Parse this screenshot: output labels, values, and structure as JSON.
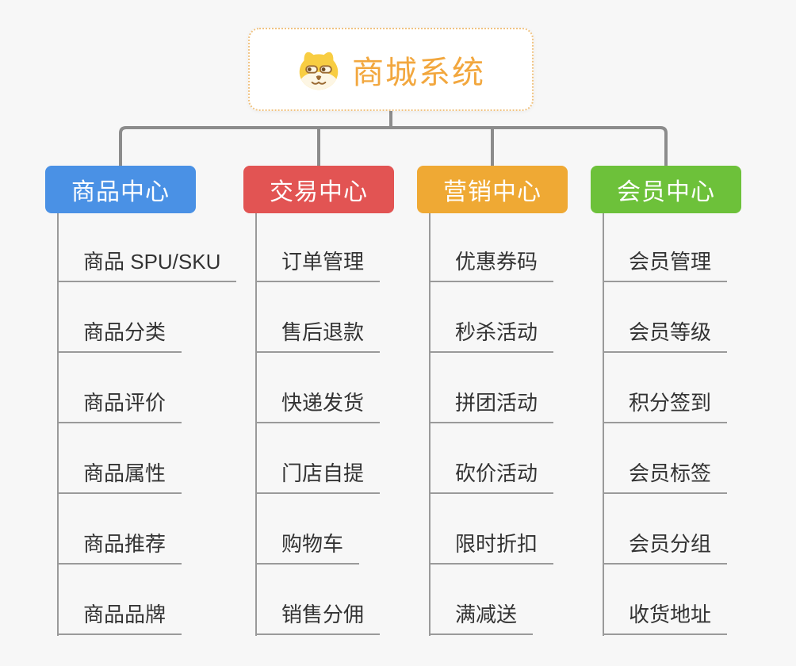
{
  "root": {
    "title": "商城系统",
    "icon": "dog-face-icon"
  },
  "branches": [
    {
      "label": "商品中心",
      "color": "#4A91E5",
      "items": [
        "商品 SPU/SKU",
        "商品分类",
        "商品评价",
        "商品属性",
        "商品推荐",
        "商品品牌"
      ]
    },
    {
      "label": "交易中心",
      "color": "#E25453",
      "items": [
        "订单管理",
        "售后退款",
        "快递发货",
        "门店自提",
        "购物车",
        "销售分佣"
      ]
    },
    {
      "label": "营销中心",
      "color": "#EFA934",
      "items": [
        "优惠券码",
        "秒杀活动",
        "拼团活动",
        "砍价活动",
        "限时折扣",
        "满减送"
      ]
    },
    {
      "label": "会员中心",
      "color": "#6DC13A",
      "items": [
        "会员管理",
        "会员等级",
        "积分签到",
        "会员标签",
        "会员分组",
        "收货地址"
      ]
    }
  ],
  "colors": {
    "background": "#F7F7F7",
    "connector": "#8C8C8C",
    "item_line": "#9A9A9A",
    "item_text": "#333333",
    "header_text": "#FFFFFF",
    "root_text": "#F2A73E",
    "root_border": "#F0C382"
  }
}
